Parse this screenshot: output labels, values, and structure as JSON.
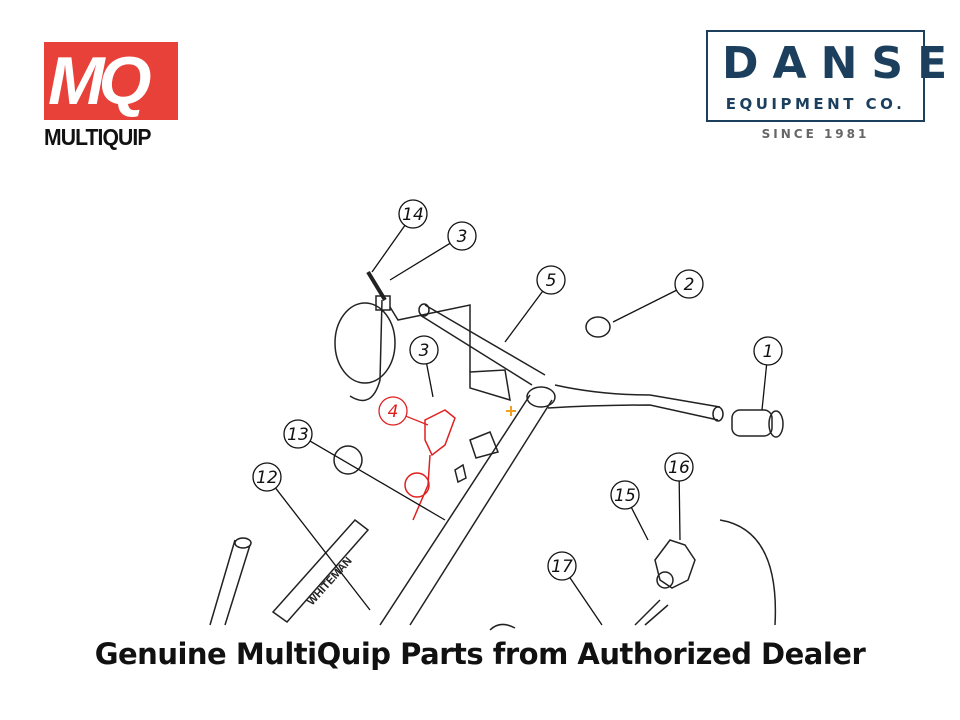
{
  "brand_left": {
    "logo_letters": "MQ",
    "wordmark": "MULTIQUIP",
    "color": "#e8413a"
  },
  "brand_right": {
    "name": "DANSE",
    "subtitle": "EQUIPMENT CO.",
    "since": "SINCE 1981",
    "color": "#1c3f5e"
  },
  "diagram": {
    "callouts": [
      {
        "label": "14",
        "color": "#111111"
      },
      {
        "label": "3",
        "color": "#111111"
      },
      {
        "label": "5",
        "color": "#111111"
      },
      {
        "label": "2",
        "color": "#111111"
      },
      {
        "label": "1",
        "color": "#111111"
      },
      {
        "label": "3",
        "color": "#111111"
      },
      {
        "label": "4",
        "color": "#e02020"
      },
      {
        "label": "13",
        "color": "#111111"
      },
      {
        "label": "12",
        "color": "#111111"
      },
      {
        "label": "16",
        "color": "#111111"
      },
      {
        "label": "15",
        "color": "#111111"
      },
      {
        "label": "17",
        "color": "#111111"
      }
    ],
    "decal_text": "WHITEMAN",
    "highlight_color": "#e02020"
  },
  "caption": "Genuine MultiQuip Parts from Authorized Dealer"
}
